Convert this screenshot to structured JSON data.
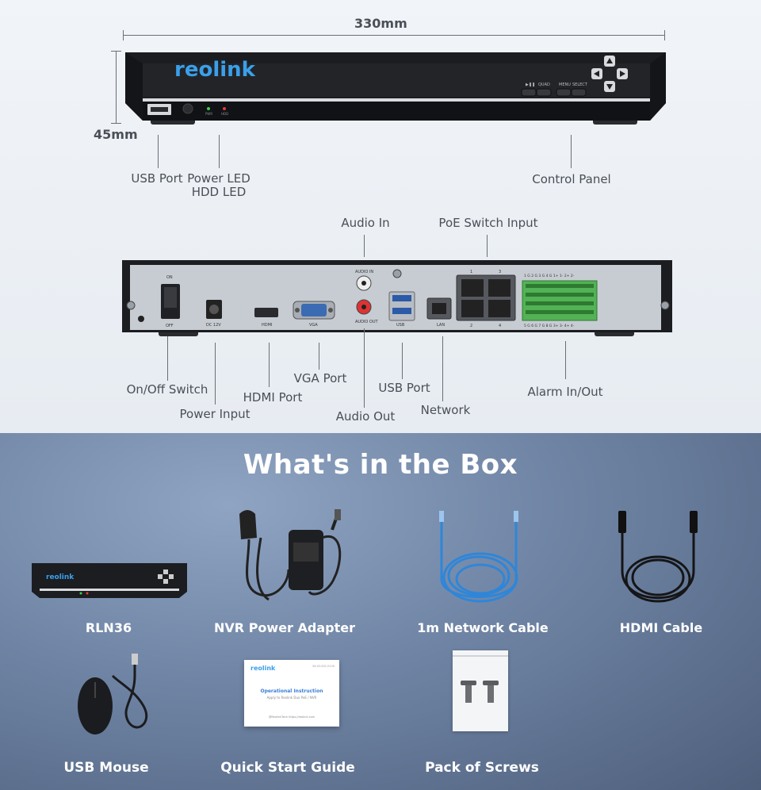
{
  "dimensions": {
    "width": "330mm",
    "height": "45mm"
  },
  "front": {
    "brand": "reolink",
    "button_labels": [
      "▶❚❚",
      "QUAD",
      "MENU",
      "SELECT"
    ],
    "led_labels": [
      "PWR",
      "HDD"
    ],
    "callouts": {
      "usb": "USB Port",
      "power_led": "Power LED",
      "hdd_led": "HDD LED",
      "control": "Control Panel"
    }
  },
  "rear": {
    "panel_text": {
      "on": "ON",
      "off": "OFF",
      "dc": "DC 12V",
      "hdmi": "HDMI",
      "vga": "VGA",
      "audio_in": "AUDIO IN",
      "audio_out": "AUDIO OUT",
      "usb": "USB",
      "lan": "LAN",
      "poe_top": [
        "1",
        "3"
      ],
      "poe_bottom": [
        "2",
        "4"
      ],
      "alarm_top": "1 G 2 G 3 G 4 G 1+ 1- 2+ 2-",
      "alarm_bottom": "5 G 6 G 7 G 8 G 3+ 3- 4+ 4-"
    },
    "callouts": {
      "audio_in": "Audio In",
      "poe": "PoE Switch Input",
      "onoff": "On/Off Switch",
      "power_input": "Power Input",
      "hdmi": "HDMI Port",
      "vga": "VGA Port",
      "audio_out": "Audio Out",
      "usb": "USB Port",
      "network": "Network",
      "alarm": "Alarm In/Out"
    }
  },
  "box": {
    "title": "What's in the Box",
    "items": [
      "RLN36",
      "NVR Power Adapter",
      "1m Network Cable",
      "HDMI Cable",
      "USB Mouse",
      "Quick Start Guide",
      "Pack of Screws"
    ],
    "guide": {
      "brand": "reolink",
      "heading": "Operational Instruction",
      "sub": "Apply to Reolink Duo PoE / NVR",
      "foot": "@ReolinkTech  https://reolink.com",
      "code": "58.03.001.0130"
    }
  },
  "colors": {
    "brand_blue": "#3aa0ea",
    "device_black": "#1c1d21",
    "panel_silver": "#c7ccd3",
    "cable_blue": "#2f86d8",
    "terminal_green": "#52b255"
  }
}
